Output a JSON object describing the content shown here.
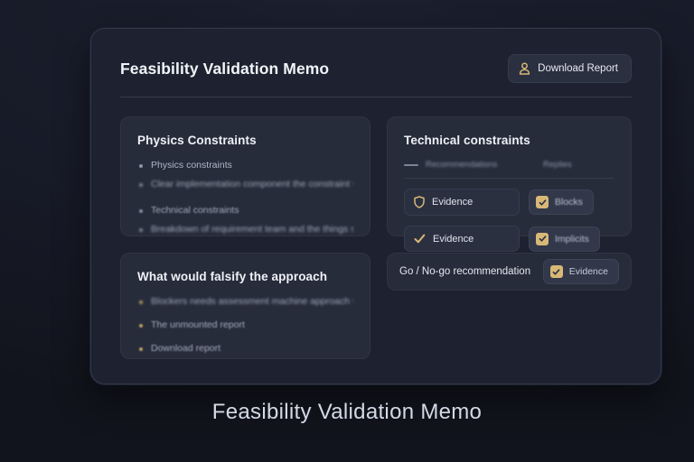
{
  "caption": "Feasibility Validation Memo",
  "header": {
    "title": "Feasibility Validation Memo",
    "download_button": {
      "label": "Download Report",
      "icon": "person-icon"
    }
  },
  "cards": {
    "physics": {
      "title": "Physics Constraints",
      "bullets": [
        "Physics constraints",
        "Clear implementation component the constraint to teams",
        "Technical constraints",
        "Breakdown of requirement team and the things spaces."
      ]
    },
    "falsify": {
      "title": "What would falsify the approach",
      "bullets": [
        "Blockers needs assessment machine approach to",
        "The unmounted report",
        "Download report"
      ]
    },
    "technical": {
      "title": "Technical constraints",
      "table": {
        "columns": [
          "Recommendations",
          "Replies"
        ],
        "rows": [
          {
            "icon": "shield-icon",
            "label": "Evidence",
            "chip": {
              "label": "Blocks",
              "icon": "checkbox-checked-icon"
            }
          },
          {
            "icon": "check-icon",
            "label": "Evidence",
            "chip": {
              "label": "Implicits",
              "icon": "checkbox-checked-icon"
            }
          }
        ]
      }
    },
    "gonogo": {
      "label": "Go / No-go recommendation",
      "chip": {
        "label": "Evidence",
        "icon": "checkbox-checked-icon"
      }
    }
  },
  "colors": {
    "page_background": "#171a27",
    "panel_background": "#1e2230",
    "card_background": "#272c3a",
    "accent_gold": "#d8b877",
    "text_primary": "#f2f4f9",
    "text_muted": "#aeb6c9"
  }
}
